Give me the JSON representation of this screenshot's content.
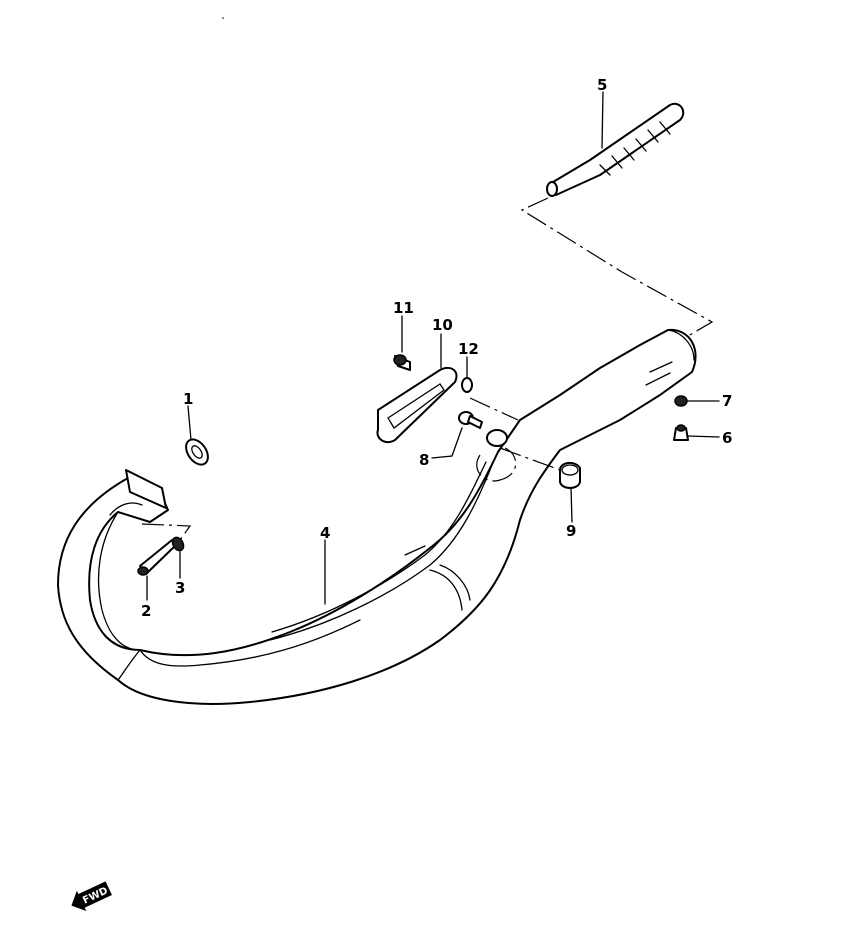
{
  "callouts": {
    "c1": "1",
    "c2": "2",
    "c3": "3",
    "c4": "4",
    "c5": "5",
    "c6": "6",
    "c7": "7",
    "c8": "8",
    "c9": "9",
    "c10": "10",
    "c11": "11",
    "c12": "12"
  },
  "fwd_label": "FWD",
  "colors": {
    "ink": "#000000",
    "background": "#ffffff"
  }
}
